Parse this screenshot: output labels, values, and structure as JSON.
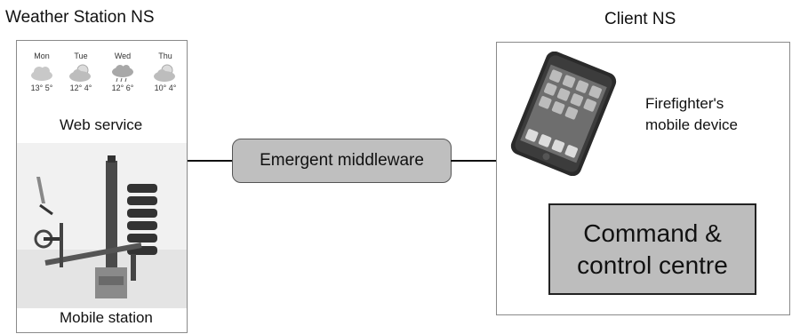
{
  "weather_station": {
    "title": "Weather Station NS",
    "forecast": [
      {
        "day": "Mon",
        "icon": "cloud-icon",
        "temp": "13° 5°"
      },
      {
        "day": "Tue",
        "icon": "sun-cloud-icon",
        "temp": "12° 4°"
      },
      {
        "day": "Wed",
        "icon": "rain-cloud-icon",
        "temp": "12° 6°"
      },
      {
        "day": "Thu",
        "icon": "sun-cloud-icon",
        "temp": "10° 4°"
      }
    ],
    "web_service_label": "Web service",
    "mobile_station_label": "Mobile station"
  },
  "middleware": {
    "label": "Emergent middleware"
  },
  "client": {
    "title": "Client NS",
    "device_label_line1": "Firefighter's",
    "device_label_line2": "mobile device",
    "command_line1": "Command &",
    "command_line2": "control centre"
  }
}
